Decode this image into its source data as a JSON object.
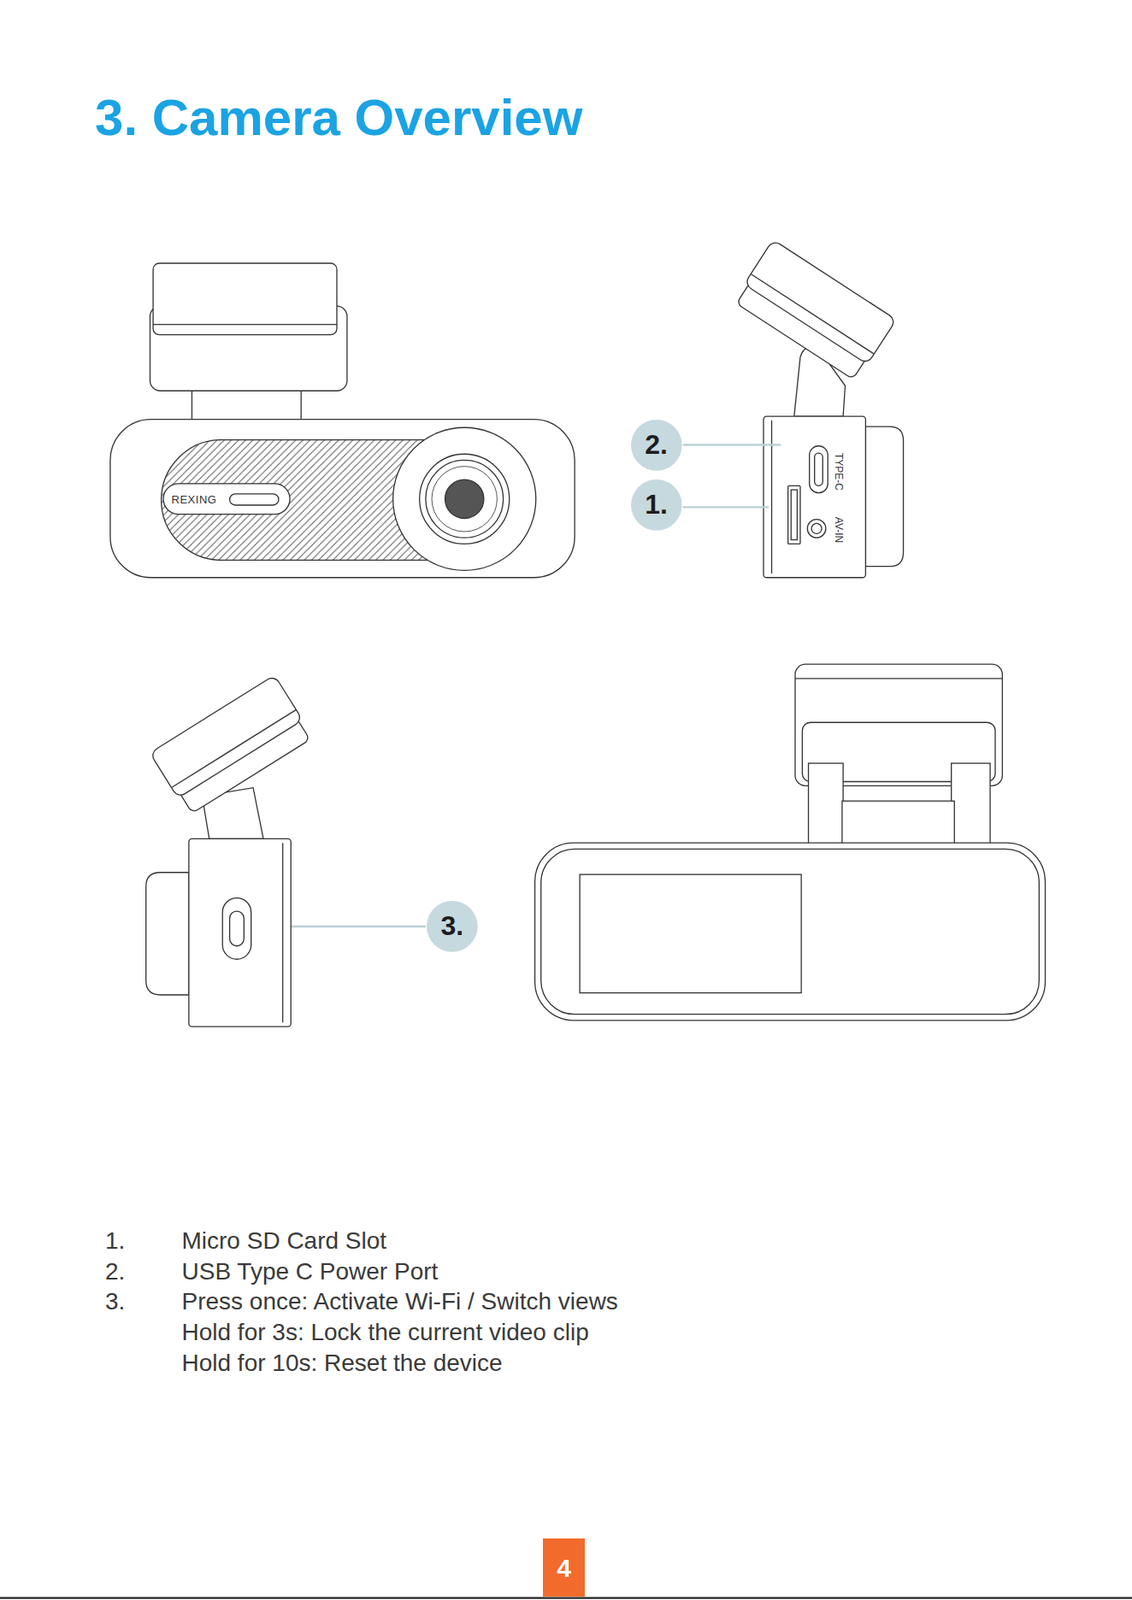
{
  "diagram": {
    "title": "3. Camera Overview",
    "nodes": [
      {
        "text": [
          "2."
        ]
      },
      {
        "text": [
          "1."
        ]
      },
      {
        "text": [
          "3."
        ]
      },
      {
        "text": [
          "4"
        ]
      }
    ],
    "labels": [
      "REXING",
      "TYPE-C",
      "AV-IN",
      "1.",
      "Micro SD Card Slot",
      "2.",
      "USB Type C Power Port",
      "3.",
      "Press once: Activate Wi-Fi / Switch views",
      "Hold for 3s: Lock the current video clip",
      "Hold for 10s: Reset the device"
    ]
  }
}
